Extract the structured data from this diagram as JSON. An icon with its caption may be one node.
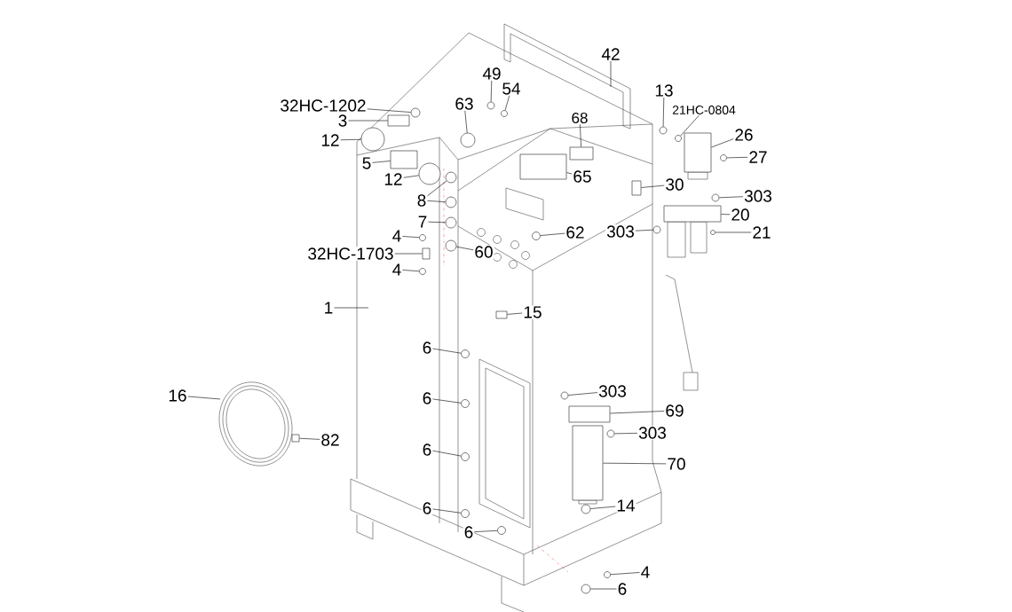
{
  "diagram": {
    "nodes": [
      {
        "text": [
          "32HC-1202"
        ]
      },
      {
        "text": [
          "3"
        ]
      },
      {
        "text": [
          "12"
        ]
      },
      {
        "text": [
          "5"
        ]
      },
      {
        "text": [
          "12"
        ]
      },
      {
        "text": [
          "49"
        ]
      },
      {
        "text": [
          "54"
        ]
      },
      {
        "text": [
          "63"
        ]
      },
      {
        "text": [
          "8"
        ]
      },
      {
        "text": [
          "7"
        ]
      },
      {
        "text": [
          "4"
        ]
      },
      {
        "text": [
          "32HC-1703"
        ]
      },
      {
        "text": [
          "4"
        ]
      },
      {
        "text": [
          "60"
        ]
      },
      {
        "text": [
          "1"
        ]
      },
      {
        "text": [
          "42"
        ]
      },
      {
        "text": [
          "68"
        ]
      },
      {
        "text": [
          "65"
        ]
      },
      {
        "text": [
          "62"
        ]
      },
      {
        "text": [
          "13"
        ]
      },
      {
        "text": [
          "21HC-0804"
        ]
      },
      {
        "text": [
          "26"
        ]
      },
      {
        "text": [
          "27"
        ]
      },
      {
        "text": [
          "30"
        ]
      },
      {
        "text": [
          "303"
        ]
      },
      {
        "text": [
          "20"
        ]
      },
      {
        "text": [
          "303"
        ]
      },
      {
        "text": [
          "21"
        ]
      },
      {
        "text": [
          "15"
        ]
      },
      {
        "text": [
          "6"
        ]
      },
      {
        "text": [
          "6"
        ]
      },
      {
        "text": [
          "6"
        ]
      },
      {
        "text": [
          "6"
        ]
      },
      {
        "text": [
          "6"
        ]
      },
      {
        "text": [
          "303"
        ]
      },
      {
        "text": [
          "69"
        ]
      },
      {
        "text": [
          "303"
        ]
      },
      {
        "text": [
          "70"
        ]
      },
      {
        "text": [
          "14"
        ]
      },
      {
        "text": [
          "4"
        ]
      },
      {
        "text": [
          "6"
        ]
      },
      {
        "text": [
          "16"
        ]
      },
      {
        "text": [
          "82"
        ]
      },
      {
        "text": [],
        "shape": "circle"
      },
      {
        "text": [],
        "shape": "box"
      },
      {
        "text": [],
        "shape": "circle"
      },
      {
        "text": [],
        "shape": "box"
      },
      {
        "text": [],
        "shape": "circle"
      },
      {
        "text": [],
        "shape": "circle"
      },
      {
        "text": [],
        "shape": "circle"
      },
      {
        "text": [],
        "shape": "circle"
      },
      {
        "text": [],
        "shape": "circle"
      },
      {
        "text": [],
        "shape": "circle"
      },
      {
        "text": [],
        "shape": "circle"
      },
      {
        "text": [],
        "shape": "circle"
      },
      {
        "text": [],
        "shape": "box"
      },
      {
        "text": [],
        "shape": "circle"
      },
      {
        "text": [],
        "shape": "circle"
      },
      {
        "text": [],
        "shape": "box"
      },
      {
        "text": [],
        "shape": "box"
      },
      {
        "text": [],
        "shape": "circle"
      },
      {
        "text": [],
        "shape": "circle"
      },
      {
        "text": [],
        "shape": "circle"
      },
      {
        "text": [],
        "shape": "box"
      },
      {
        "text": [],
        "shape": "circle"
      },
      {
        "text": [],
        "shape": "box"
      },
      {
        "text": [],
        "shape": "circle"
      },
      {
        "text": [],
        "shape": "box"
      },
      {
        "text": [],
        "shape": "circle"
      },
      {
        "text": [],
        "shape": "circle"
      },
      {
        "text": [],
        "shape": "box"
      },
      {
        "text": [],
        "shape": "circle"
      },
      {
        "text": [],
        "shape": "circle"
      },
      {
        "text": [],
        "shape": "circle"
      },
      {
        "text": [],
        "shape": "circle"
      },
      {
        "text": [],
        "shape": "circle"
      },
      {
        "text": [],
        "shape": "circle"
      },
      {
        "text": [],
        "shape": "box"
      },
      {
        "text": [],
        "shape": "circle"
      },
      {
        "text": [],
        "shape": "box"
      },
      {
        "text": [],
        "shape": "circle"
      },
      {
        "text": [],
        "shape": "circle"
      },
      {
        "text": [],
        "shape": "circle"
      },
      {
        "text": [],
        "shape": "box"
      }
    ],
    "edges": [
      {
        "from": 0,
        "to": 43,
        "arrow": "none"
      },
      {
        "from": 1,
        "to": 44,
        "arrow": "none"
      },
      {
        "from": 2,
        "to": 45,
        "arrow": "none"
      },
      {
        "from": 3,
        "to": 46,
        "arrow": "none"
      },
      {
        "from": 4,
        "to": 47,
        "arrow": "none"
      },
      {
        "from": 5,
        "to": 48,
        "arrow": "none"
      },
      {
        "from": 6,
        "to": 49,
        "arrow": "none"
      },
      {
        "from": 7,
        "to": 50,
        "arrow": "none"
      },
      {
        "from": 8,
        "to": 51,
        "arrow": "none"
      },
      {
        "from": 8,
        "to": 52,
        "arrow": "none"
      },
      {
        "from": 9,
        "to": 53,
        "arrow": "none"
      },
      {
        "from": 10,
        "to": 54,
        "arrow": "none"
      },
      {
        "from": 11,
        "to": 55,
        "arrow": "none"
      },
      {
        "from": 12,
        "to": 56,
        "arrow": "none"
      },
      {
        "from": 13,
        "to": 57,
        "arrow": "none"
      },
      {
        "from": 14,
        "to": null,
        "arrow": "none"
      },
      {
        "from": 15,
        "to": null,
        "arrow": "none"
      },
      {
        "from": 16,
        "to": 58,
        "arrow": "none"
      },
      {
        "from": 17,
        "to": 59,
        "arrow": "none"
      },
      {
        "from": 18,
        "to": 60,
        "arrow": "none"
      },
      {
        "from": 19,
        "to": 61,
        "arrow": "none"
      },
      {
        "from": 20,
        "to": 62,
        "arrow": "none"
      },
      {
        "from": 21,
        "to": 63,
        "arrow": "none"
      },
      {
        "from": 22,
        "to": 64,
        "arrow": "none"
      },
      {
        "from": 23,
        "to": 65,
        "arrow": "none"
      },
      {
        "from": 24,
        "to": 66,
        "arrow": "none"
      },
      {
        "from": 25,
        "to": 67,
        "arrow": "none"
      },
      {
        "from": 26,
        "to": 68,
        "arrow": "none"
      },
      {
        "from": 27,
        "to": 69,
        "arrow": "none"
      },
      {
        "from": 28,
        "to": 70,
        "arrow": "none"
      },
      {
        "from": 29,
        "to": 71,
        "arrow": "none"
      },
      {
        "from": 30,
        "to": 72,
        "arrow": "none"
      },
      {
        "from": 31,
        "to": 73,
        "arrow": "none"
      },
      {
        "from": 32,
        "to": 74,
        "arrow": "none"
      },
      {
        "from": 33,
        "to": 75,
        "arrow": "none"
      },
      {
        "from": 34,
        "to": 76,
        "arrow": "none"
      },
      {
        "from": 35,
        "to": 77,
        "arrow": "none"
      },
      {
        "from": 36,
        "to": 78,
        "arrow": "none"
      },
      {
        "from": 37,
        "to": 79,
        "arrow": "none"
      },
      {
        "from": 38,
        "to": 80,
        "arrow": "none"
      },
      {
        "from": 39,
        "to": 81,
        "arrow": "none"
      },
      {
        "from": 40,
        "to": 82,
        "arrow": "none"
      },
      {
        "from": 41,
        "to": null,
        "arrow": "none"
      },
      {
        "from": 42,
        "to": 83,
        "arrow": "none"
      }
    ]
  }
}
